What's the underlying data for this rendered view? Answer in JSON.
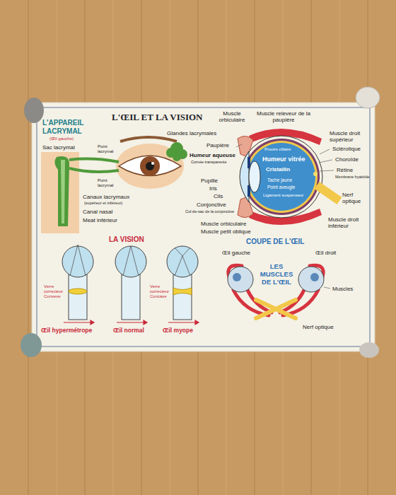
{
  "diagram": {
    "title": "L'ŒIL ET LA VISION",
    "labels": [
      "L'APPAREIL LACRYMAL",
      "(Œil gauche)",
      "Sac lacrymal",
      "Glandes lacrymales",
      "Point lacrymal",
      "Point lacrymal",
      "Canaux lacrymaux",
      "(supérieur et inférieur)",
      "Canal nasal",
      "Meat inférieur",
      "Muscle orbiculaire",
      "Muscle releveur de la paupière",
      "Muscle droit supérieur",
      "Sclérotique",
      "Choroïde",
      "Rétine",
      "Membrane hyaloïde",
      "Nerf optique",
      "Muscle droit inférieur",
      "Paupière",
      "Humeur aqueuse",
      "Cornée transparente",
      "Pupille",
      "Iris",
      "Cils",
      "Conjonctive",
      "Cul-de-sac de la conjonctive",
      "Muscle orbiculaire",
      "Muscle petit oblique",
      "Procès ciliaire",
      "Humeur vitrée",
      "Cristallin",
      "Tache jaune",
      "Point aveugle",
      "Ligament suspenseur",
      "LA VISION",
      "COUPE DE L'ŒIL",
      "Verre correcteur Convexe",
      "Verre correcteur Concave",
      "Œil hypermétrope",
      "Œil normal",
      "Œil myope",
      "Œil gauche",
      "Œil droit",
      "LES MUSCLES DE L'ŒIL",
      "Muscles",
      "Nerf optique"
    ]
  }
}
